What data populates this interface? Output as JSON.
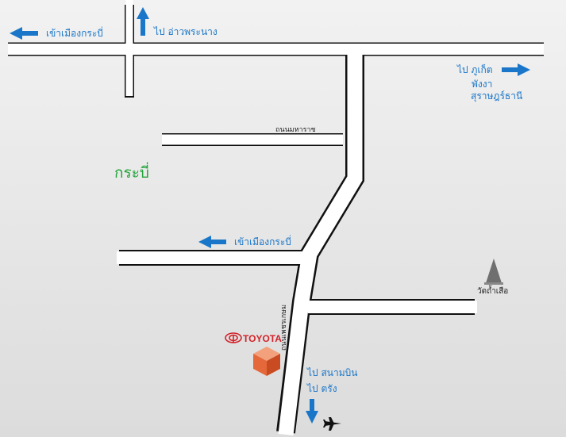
{
  "colors": {
    "arrow": "#1a76c8",
    "label": "#1a76c8",
    "city": "#22a33a",
    "brand": "#d2232a",
    "road_edge": "#111111",
    "road_fill": "#ffffff"
  },
  "labels": {
    "to_krabi_town_top": "เข้าเมืองกระบี่",
    "to_ao_phra_nang": "ไป อ่าวพระนาง",
    "to_phuket": "ไป ภูเก็ต",
    "phang_nga": "พังงา",
    "surat_thani": "สุราษฎร์ธานี",
    "road_maharat": "ถนนมหาราช",
    "city_name": "กระบี่",
    "to_krabi_town_mid": "เข้าเมืองกระบี่",
    "wat_tham_suea": "วัดถ้ำเสือ",
    "road_phetkasem": "ถนนเพชรเกษม",
    "brand": "TOYOTA",
    "to_airport": "ไป สนามบิน",
    "to_trang": "ไป ตรัง"
  },
  "icons": {
    "arrow": "arrow-icon",
    "temple": "temple-icon",
    "airplane": "airplane-icon",
    "toyota_logo": "toyota-logo-icon",
    "dealer_box": "cube-icon"
  }
}
